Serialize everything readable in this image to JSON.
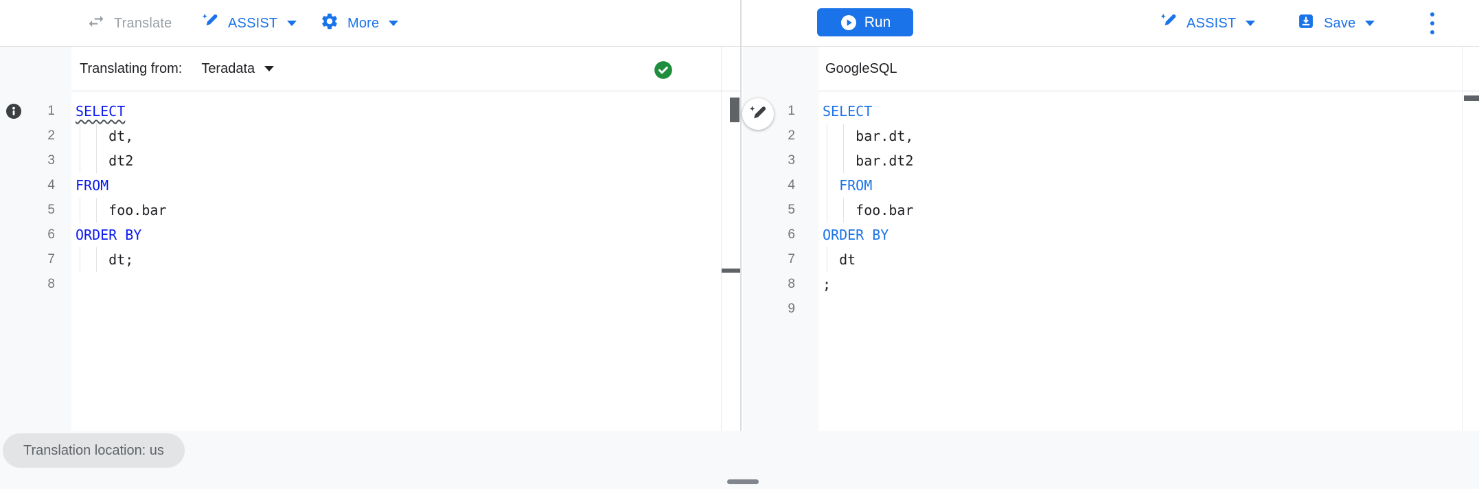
{
  "colors": {
    "accent": "#1a73e8",
    "source_keyword": "#0b1af0",
    "target_keyword": "#1a73e8",
    "code_text": "#202124",
    "status_green": "#1e8e3e",
    "disabled_gray": "#9aa0a6",
    "gutter_bg": "#f8f9fa",
    "scrollbar_thumb": "#5f6368"
  },
  "toolbar": {
    "translate_label": "Translate",
    "assist_label": "ASSIST",
    "more_label": "More",
    "run_label": "Run",
    "assist_right_label": "ASSIST",
    "save_label": "Save"
  },
  "source_pane": {
    "header_label": "Translating from:",
    "dialect": "Teradata",
    "lines": [
      {
        "n": "1",
        "s": [
          {
            "t": "SELECT",
            "c": "kw",
            "u": true
          }
        ],
        "g": []
      },
      {
        "n": "2",
        "s": [
          {
            "t": "    dt,",
            "c": "pl"
          }
        ],
        "g": [
          0,
          2
        ]
      },
      {
        "n": "3",
        "s": [
          {
            "t": "    dt2",
            "c": "pl"
          }
        ],
        "g": [
          0,
          2
        ]
      },
      {
        "n": "4",
        "s": [
          {
            "t": "FROM",
            "c": "kw"
          }
        ],
        "g": []
      },
      {
        "n": "5",
        "s": [
          {
            "t": "    foo.bar",
            "c": "pl"
          }
        ],
        "g": [
          0,
          2
        ]
      },
      {
        "n": "6",
        "s": [
          {
            "t": "ORDER BY",
            "c": "kw"
          }
        ],
        "g": []
      },
      {
        "n": "7",
        "s": [
          {
            "t": "    dt;",
            "c": "pl"
          }
        ],
        "g": [
          0,
          2
        ]
      },
      {
        "n": "8",
        "s": [],
        "g": []
      }
    ]
  },
  "target_pane": {
    "header_label": "GoogleSQL",
    "lines": [
      {
        "n": "1",
        "s": [
          {
            "t": "SELECT",
            "c": "kw"
          }
        ],
        "g": []
      },
      {
        "n": "2",
        "s": [
          {
            "t": "    bar.dt,",
            "c": "pl"
          }
        ],
        "g": [
          0,
          2
        ]
      },
      {
        "n": "3",
        "s": [
          {
            "t": "    bar.dt2",
            "c": "pl"
          }
        ],
        "g": [
          0,
          2
        ]
      },
      {
        "n": "4",
        "s": [
          {
            "t": "  ",
            "c": "pl"
          },
          {
            "t": "FROM",
            "c": "kw"
          }
        ],
        "g": [
          0
        ]
      },
      {
        "n": "5",
        "s": [
          {
            "t": "    foo.bar",
            "c": "pl"
          }
        ],
        "g": [
          0,
          2
        ]
      },
      {
        "n": "6",
        "s": [
          {
            "t": "ORDER BY",
            "c": "kw"
          }
        ],
        "g": []
      },
      {
        "n": "7",
        "s": [
          {
            "t": "  dt",
            "c": "pl"
          }
        ],
        "g": [
          0
        ]
      },
      {
        "n": "8",
        "s": [
          {
            "t": ";",
            "c": "pl"
          }
        ],
        "g": []
      },
      {
        "n": "9",
        "s": [],
        "g": []
      }
    ]
  },
  "footer": {
    "location_chip": "Translation location: us"
  }
}
